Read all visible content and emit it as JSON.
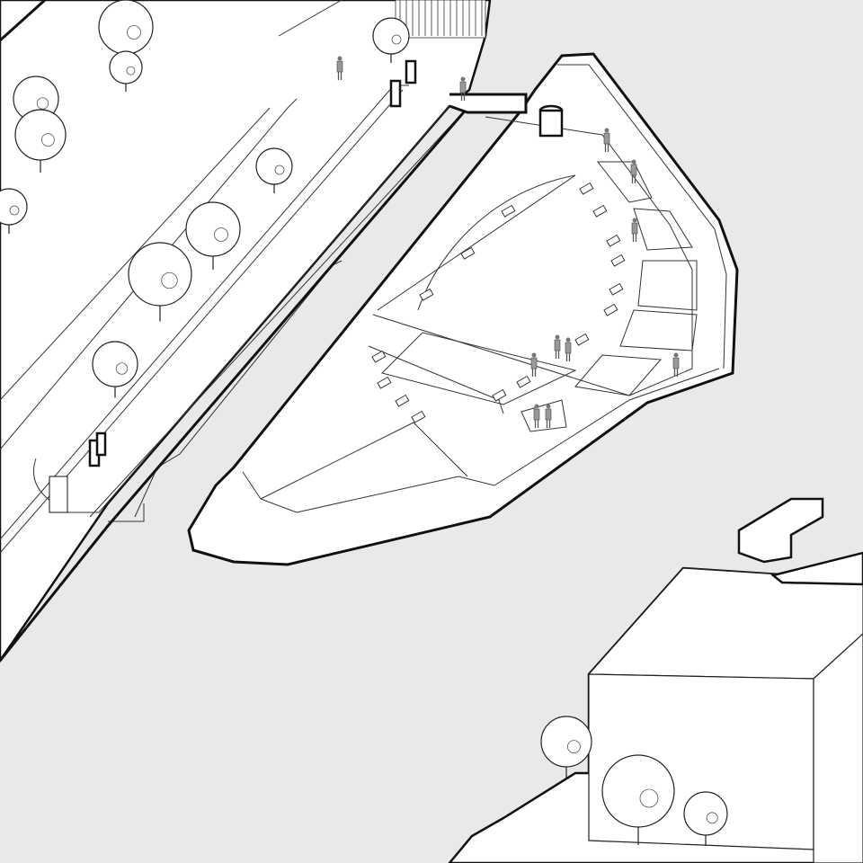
{
  "drawing": {
    "style": "axonometric line drawing",
    "colors": {
      "water": "#e8e9e9",
      "land": "#ffffff",
      "line": "#1a1a1a",
      "figure": "#6e6e6e"
    },
    "elements": [
      "canal",
      "peninsula-plaza",
      "left-bank-promenade",
      "building-block",
      "trees",
      "benches",
      "people"
    ]
  }
}
